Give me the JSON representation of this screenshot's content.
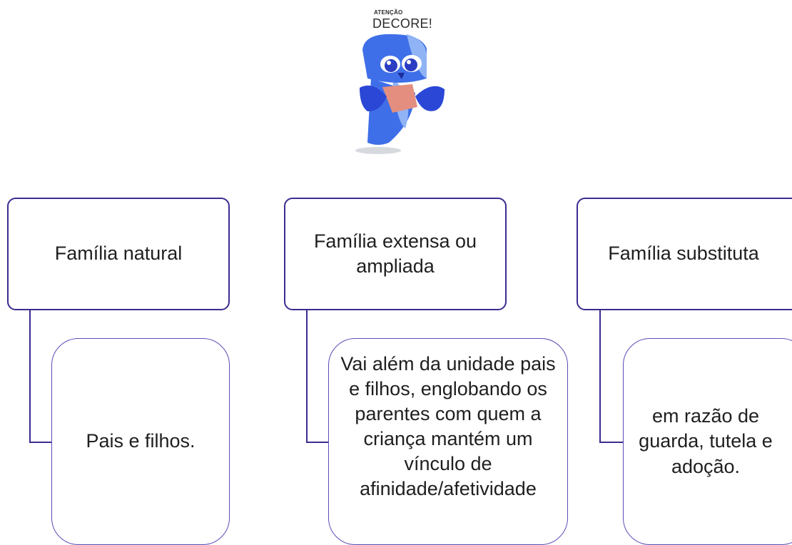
{
  "badge": {
    "kicker": "ATENÇÃO",
    "title": "DECORE!"
  },
  "colors": {
    "border": "#3d2b8f",
    "mascot_blue": "#3f6fe8",
    "mascot_light": "#8fb3f5",
    "mascot_beak": "#e38e7f"
  },
  "boxes": [
    {
      "title": "Família natural",
      "detail": "Pais e filhos."
    },
    {
      "title": "Família extensa ou ampliada",
      "detail": "Vai além da unidade pais e filhos, englobando os parentes com quem a criança mantém um vínculo de afinidade/afetividade"
    },
    {
      "title": "Família substituta",
      "detail": "em razão de guarda, tutela e adoção."
    }
  ]
}
